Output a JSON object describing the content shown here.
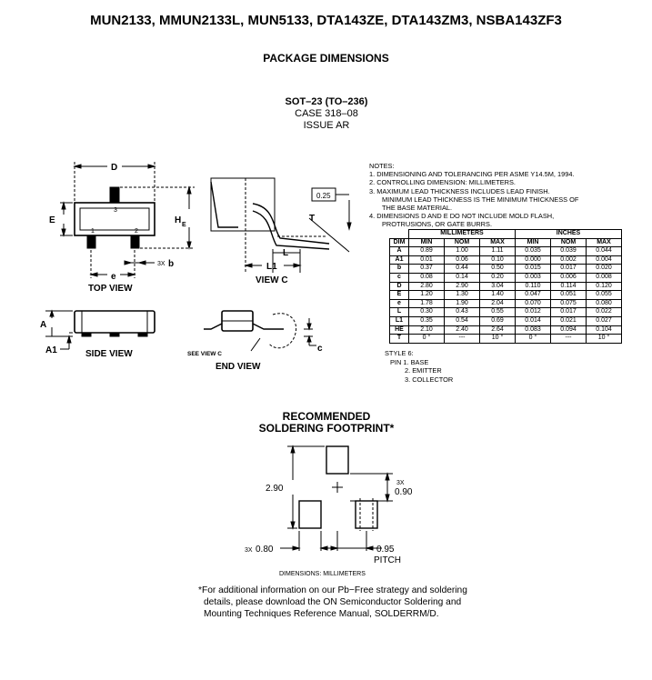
{
  "header": {
    "title": "MUN2133, MMUN2133L, MUN5133, DTA143ZE, DTA143ZM3, NSBA143ZF3"
  },
  "section": {
    "title": "PACKAGE DIMENSIONS"
  },
  "package": {
    "name": "SOT–23 (TO–236)",
    "case": "CASE 318–08",
    "issue": "ISSUE AR"
  },
  "views": {
    "top": "TOP VIEW",
    "side": "SIDE VIEW",
    "end": "END VIEW",
    "viewc": "VIEW C",
    "see_viewc": "SEE VIEW C"
  },
  "drawing_labels": {
    "d": "D",
    "e_upper": "E",
    "he": "H",
    "he_sub": "E",
    "b": "b",
    "b_count": "3X",
    "e_lower": "e",
    "pin1": "1",
    "pin2": "2",
    "pin3": "3",
    "a": "A",
    "a1": "A1",
    "c": "c",
    "l": "L",
    "l1": "L1",
    "t": "T",
    "dim025": "0.25"
  },
  "notes": {
    "heading": "NOTES:",
    "items": [
      "1.  DIMENSIONING AND TOLERANCING PER ASME Y14.5M, 1994.",
      "2.  CONTROLLING DIMENSION: MILLIMETERS.",
      "3.  MAXIMUM LEAD THICKNESS INCLUDES LEAD FINISH.",
      "MINIMUM LEAD THICKNESS IS THE MINIMUM THICKNESS OF",
      "THE BASE MATERIAL.",
      "4.  DIMENSIONS D AND E DO NOT INCLUDE MOLD FLASH,",
      "PROTRUSIONS, OR GATE BURRS."
    ]
  },
  "dimension_table": {
    "group_headers": [
      "MILLIMETERS",
      "INCHES"
    ],
    "columns": [
      "DIM",
      "MIN",
      "NOM",
      "MAX",
      "MIN",
      "NOM",
      "MAX"
    ],
    "rows": [
      [
        "A",
        "0.89",
        "1.00",
        "1.11",
        "0.035",
        "0.039",
        "0.044"
      ],
      [
        "A1",
        "0.01",
        "0.06",
        "0.10",
        "0.000",
        "0.002",
        "0.004"
      ],
      [
        "b",
        "0.37",
        "0.44",
        "0.50",
        "0.015",
        "0.017",
        "0.020"
      ],
      [
        "c",
        "0.08",
        "0.14",
        "0.20",
        "0.003",
        "0.006",
        "0.008"
      ],
      [
        "D",
        "2.80",
        "2.90",
        "3.04",
        "0.110",
        "0.114",
        "0.120"
      ],
      [
        "E",
        "1.20",
        "1.30",
        "1.40",
        "0.047",
        "0.051",
        "0.055"
      ],
      [
        "e",
        "1.78",
        "1.90",
        "2.04",
        "0.070",
        "0.075",
        "0.080"
      ],
      [
        "L",
        "0.30",
        "0.43",
        "0.55",
        "0.012",
        "0.017",
        "0.022"
      ],
      [
        "L1",
        "0.35",
        "0.54",
        "0.69",
        "0.014",
        "0.021",
        "0.027"
      ],
      [
        "HE",
        "2.10",
        "2.40",
        "2.64",
        "0.083",
        "0.094",
        "0.104"
      ],
      [
        "T",
        "0 °",
        "---",
        "10 °",
        "0 °",
        "---",
        "10 °"
      ]
    ]
  },
  "style": {
    "title": "STYLE 6:",
    "pins": [
      "PIN 1.  BASE",
      "2.  EMITTER",
      "3.  COLLECTOR"
    ]
  },
  "footprint": {
    "title_line1": "RECOMMENDED",
    "title_line2": "SOLDERING FOOTPRINT*",
    "dim_290": "2.90",
    "dim_090": "0.90",
    "dim_090_count": "3X",
    "dim_080": "0.80",
    "dim_080_count": "3X",
    "dim_095": "0.95",
    "pitch": "PITCH",
    "units": "DIMENSIONS: MILLIMETERS"
  },
  "footnote": {
    "lines": [
      "*For additional information on our Pb−Free strategy and soldering",
      "details, please download the ON Semiconductor Soldering and",
      "Mounting Techniques Reference Manual, SOLDERRM/D."
    ]
  }
}
